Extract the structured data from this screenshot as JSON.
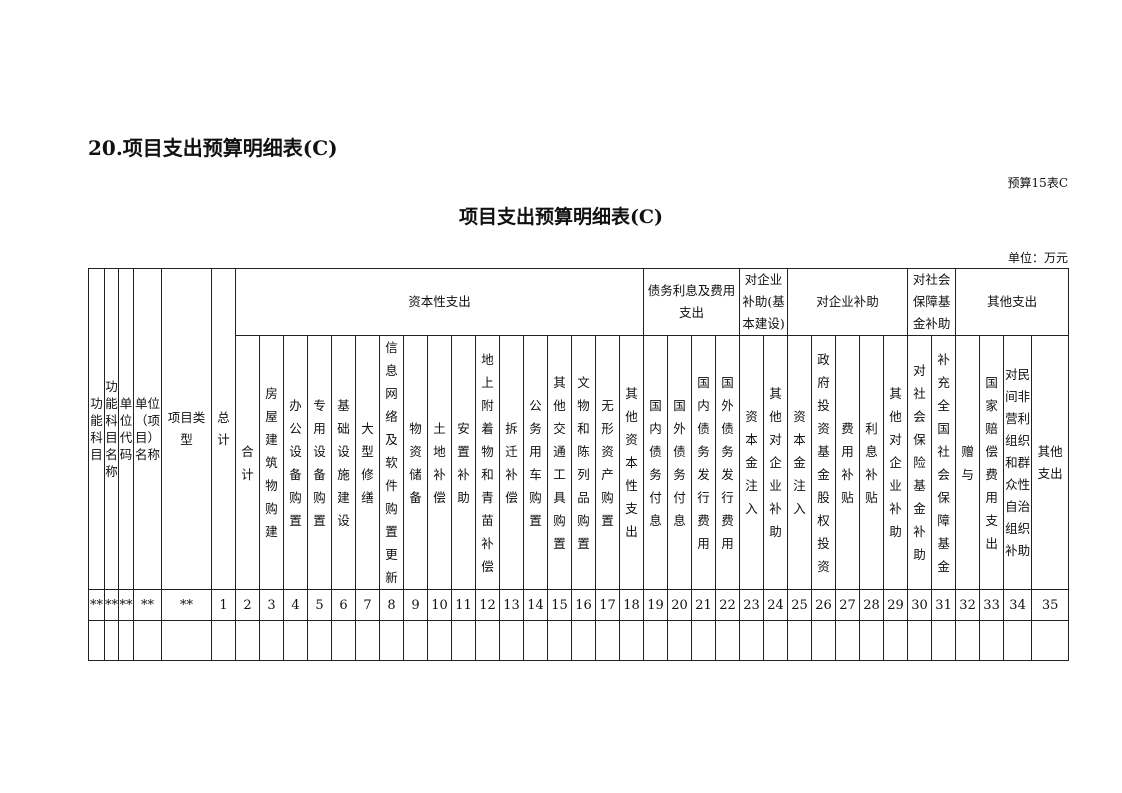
{
  "section_heading": "20.项目支出预算明细表(C)",
  "form_code": "预算15表C",
  "title": "项目支出预算明细表(C)",
  "unit": "单位：万元",
  "fixed_columns": [
    {
      "label": "功能科目",
      "value": "**"
    },
    {
      "label": "功能科目名称",
      "value": "**"
    },
    {
      "label": "单位代码",
      "value": "**"
    },
    {
      "label": "单位（项目）名称",
      "value": "**"
    },
    {
      "label": "项目类型",
      "value": "**"
    },
    {
      "label": "总计",
      "value": "1"
    }
  ],
  "groups": [
    {
      "label": "资本性支出",
      "columns": [
        "合计",
        "房屋建筑物购建",
        "办公设备购置",
        "专用设备购置",
        "基础设施建设",
        "大型修缮",
        "信息网络及软件购置更新",
        "物资储备",
        "土地补偿",
        "安置补助",
        "地上附着物和青苗补偿",
        "拆迁补偿",
        "公务用车购置",
        "其他交通工具购置",
        "文物和陈列品购置",
        "无形资产购置",
        "其他资本性支出"
      ]
    },
    {
      "label": "债务利息及费用支出",
      "columns": [
        "国内债务付息",
        "国外债务付息",
        "国内债务发行费用",
        "国外债务发行费用"
      ]
    },
    {
      "label": "对企业补助(基本建设)",
      "columns": [
        "资本金注入",
        "其他对企业补助"
      ]
    },
    {
      "label": "对企业补助",
      "columns": [
        "资本金注入",
        "政府投资基金股权投资",
        "费用补贴",
        "利息补贴",
        "其他对企业补助"
      ]
    },
    {
      "label": "对社会保障基金补助",
      "columns": [
        "对社会保险基金补助",
        "补充全国社会保障基金"
      ]
    },
    {
      "label": "其他支出",
      "columns": [
        "赠与",
        "国家赔偿费用支出",
        "对民间非营利组织和群众性自治组织补助",
        "其他支出"
      ]
    }
  ],
  "column_numbers": [
    "2",
    "3",
    "4",
    "5",
    "6",
    "7",
    "8",
    "9",
    "10",
    "11",
    "12",
    "13",
    "14",
    "15",
    "16",
    "17",
    "18",
    "19",
    "20",
    "21",
    "22",
    "23",
    "24",
    "25",
    "26",
    "27",
    "28",
    "29",
    "30",
    "31",
    "32",
    "33",
    "34",
    "35"
  ]
}
